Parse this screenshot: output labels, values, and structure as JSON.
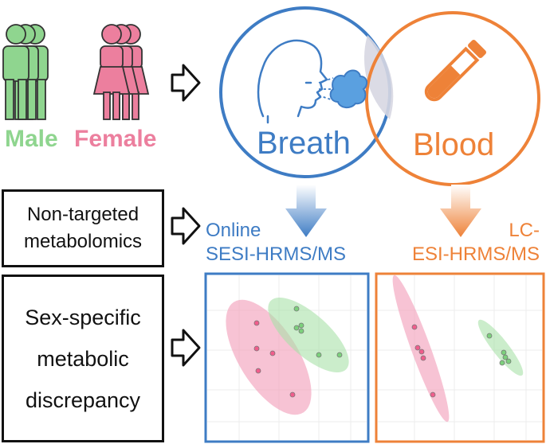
{
  "people": {
    "male_label": "Male",
    "female_label": "Female"
  },
  "circles": {
    "breath_label": "Breath",
    "blood_label": "Blood"
  },
  "steps": {
    "untargeted": [
      "Non-targeted",
      "metabolomics"
    ],
    "discrepancy": [
      "Sex-specific",
      "metabolic",
      "discrepancy"
    ]
  },
  "methods": {
    "breath": [
      "Online",
      "SESI-HRMS/MS"
    ],
    "blood": [
      "LC-",
      "ESI-HRMS/MS"
    ]
  },
  "colors": {
    "male": "#8fd58f",
    "female": "#ec7f9e",
    "breath": "#3e7cc4",
    "blood": "#ee8238"
  },
  "icons": [
    "male-figures-icon",
    "female-figures-icon",
    "outline-arrow-icon",
    "face-breathing-icon",
    "breath-cloud-icon",
    "blood-tube-icon",
    "down-arrow-icon"
  ]
}
